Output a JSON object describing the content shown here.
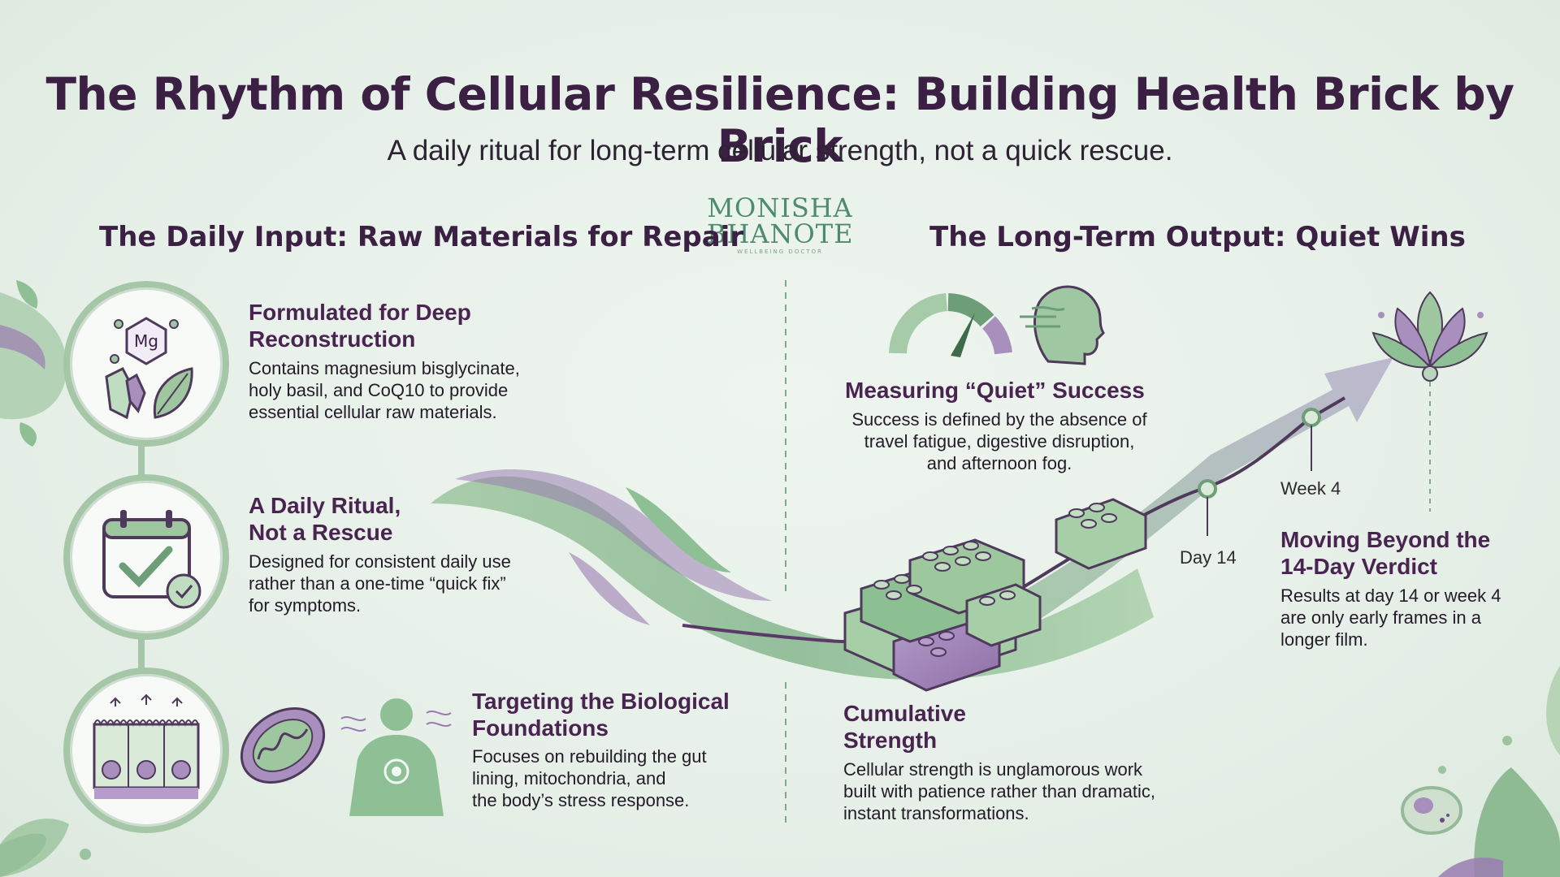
{
  "header": {
    "title": "The Rhythm of Cellular Resilience: Building Health Brick by Brick",
    "subtitle": "A daily ritual for long-term cellular strength, not a quick rescue."
  },
  "logo": {
    "line1": "MONISHA",
    "line2": "BHANOTE",
    "tagline": "WELLBEING DOCTOR"
  },
  "left_section": {
    "heading": "The Daily Input: Raw Materials for Repair",
    "items": [
      {
        "title_line1": "Formulated for Deep",
        "title_line2": "Reconstruction",
        "body_lines": [
          "Contains magnesium bisglycinate,",
          "holy basil, and CoQ10 to provide",
          "essential cellular raw materials."
        ],
        "icon": "mineral-crystals-leaf-icon",
        "badge": "Mg"
      },
      {
        "title_line1": "A Daily Ritual,",
        "title_line2": "Not a Rescue",
        "body_lines": [
          "Designed for consistent daily use",
          "rather than a one-time “quick fix”",
          "for symptoms."
        ],
        "icon": "calendar-check-icon"
      },
      {
        "title_line1": "Targeting the Biological",
        "title_line2": "Foundations",
        "body_lines": [
          "Focuses on rebuilding the gut",
          "lining, mitochondria, and",
          "the body’s stress response."
        ],
        "icon": "gut-lining-icon"
      }
    ]
  },
  "right_section": {
    "heading": "The Long-Term Output: Quiet Wins",
    "measuring": {
      "title": "Measuring “Quiet” Success",
      "body_lines": [
        "Success is defined by the absence of",
        "travel fatigue, digestive disruption,",
        "and afternoon fog."
      ]
    },
    "cumulative": {
      "title_line1": "Cumulative",
      "title_line2": "Strength",
      "body_lines": [
        "Cellular strength is unglamorous work",
        "built with patience rather than dramatic,",
        "instant transformations."
      ]
    },
    "beyond": {
      "title_line1": "Moving Beyond the",
      "title_line2": "14-Day Verdict",
      "body_lines": [
        "Results at day 14 or week 4",
        "are only early frames in a",
        "longer film."
      ]
    },
    "milestones": [
      "Day 14",
      "Week 4"
    ]
  },
  "colors": {
    "title": "#3b2043",
    "accent_green": "#8fbf94",
    "accent_purple": "#9a7ab0",
    "background": "#e6f0e8"
  }
}
